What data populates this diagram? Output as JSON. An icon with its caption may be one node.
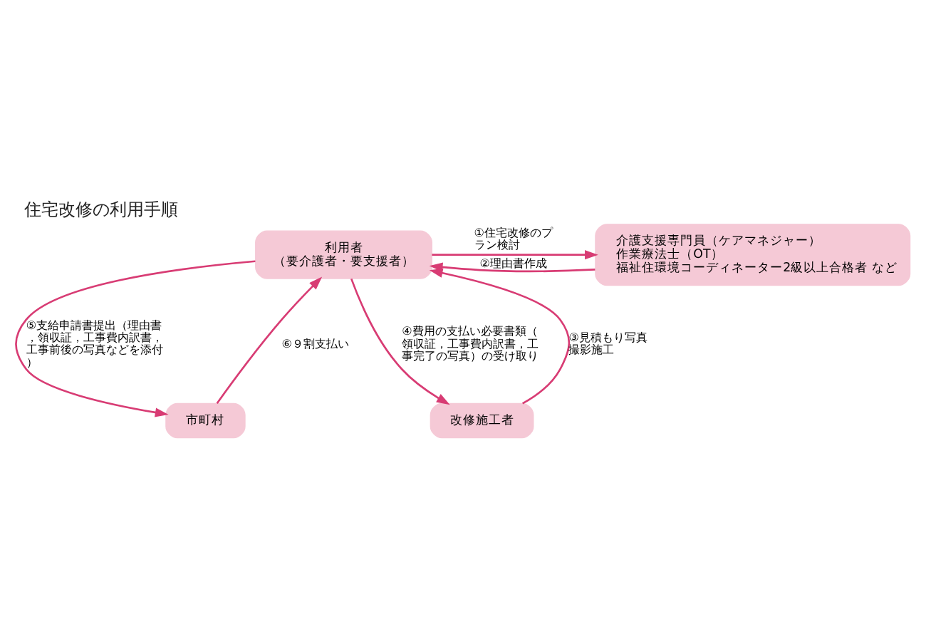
{
  "diagram": {
    "title": "住宅改修の利用手順",
    "nodes": [
      {
        "text": [
          "利用者",
          "（要介護者・要支援者）"
        ]
      },
      {
        "text": [
          "介護支援専門員（ケアマネジャー）",
          "作業療法士（OT）",
          "福祉住環境コーディネーター2級以上合格者 など"
        ]
      },
      {
        "text": [
          "市町村"
        ]
      },
      {
        "text": [
          "改修施工者"
        ]
      }
    ],
    "edges": [
      {
        "from": 0,
        "to": 1,
        "arrow": "to",
        "label": "①住宅改修のプラン検討"
      },
      {
        "from": 1,
        "to": 0,
        "arrow": "to",
        "label": "②理由書作成"
      },
      {
        "from": 3,
        "to": 0,
        "arrow": "to",
        "label": "③見積もり写真撮影施工"
      },
      {
        "from": 0,
        "to": 3,
        "arrow": "to",
        "label": "④費用の支払い必要書類（領収証，工事費内訳書，工事完了の写真）の受け取り"
      },
      {
        "from": 0,
        "to": 2,
        "arrow": "to",
        "label": "⑤支給申請書提出（理由書，領収証，工事費内訳書，工事前後の写真などを添付）"
      },
      {
        "from": 2,
        "to": 0,
        "arrow": "to",
        "label": "⑥９割支払い"
      }
    ]
  }
}
